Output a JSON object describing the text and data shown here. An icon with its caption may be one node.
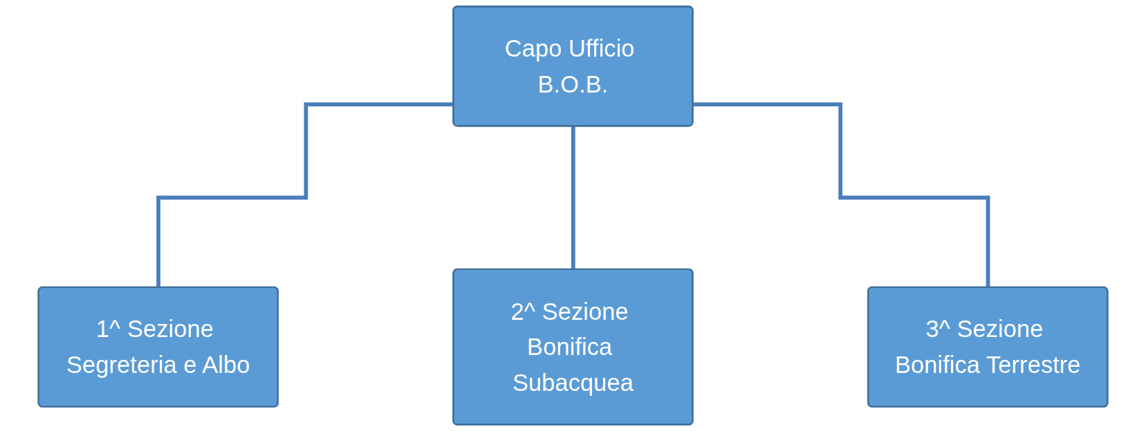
{
  "diagram": {
    "nodes": [
      {
        "text": [
          "Capo Ufficio B.O.B."
        ]
      },
      {
        "text": [
          "1^ Sezione Segreteria e Albo"
        ]
      },
      {
        "text": [
          "2^ Sezione Bonifica Subacquea"
        ]
      },
      {
        "text": [
          "3^ Sezione Bonifica Terrestre"
        ]
      }
    ],
    "edges": [
      {
        "from": 0,
        "to": 1,
        "arrow": "none"
      },
      {
        "from": 0,
        "to": 2,
        "arrow": "none"
      },
      {
        "from": 0,
        "to": 3,
        "arrow": "none"
      }
    ]
  }
}
